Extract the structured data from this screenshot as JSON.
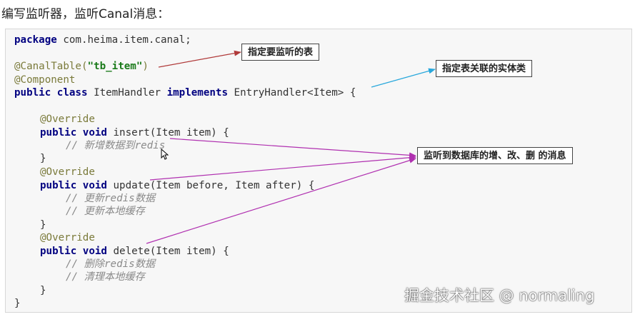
{
  "heading": "编写监听器，监听Canal消息：",
  "code": {
    "package_kw": "package",
    "package_rest": " com.heima.item.canal;",
    "ann_table_prefix": "@CanalTable(",
    "ann_table_value": "\"tb_item\"",
    "ann_table_suffix": ")",
    "ann_component": "@Component",
    "class_public": "public",
    "class_kw": "class",
    "class_name": "ItemHandler",
    "implements_kw": "implements",
    "interface_rest": "EntryHandler<Item> {",
    "override": "@Override",
    "public_kw": "public",
    "void_kw": "void",
    "insert_sig": "insert(Item item) {",
    "comment_insert": "// 新增数据到redis",
    "close_brace": "}",
    "update_sig": "update(Item before, Item after) {",
    "comment_update_1": "// 更新redis数据",
    "comment_update_2": "// 更新本地缓存",
    "delete_sig": "delete(Item item) {",
    "comment_delete_1": "// 删除redis数据",
    "comment_delete_2": "// 清理本地缓存",
    "final_brace": "}"
  },
  "callouts": {
    "table": "指定要监听的表",
    "entity": "指定表关联的实体类",
    "events": "监听到数据库的增、改、删  的消息"
  },
  "colors": {
    "arrow_table": "#b03a3a",
    "arrow_entity": "#29a8dc",
    "arrow_events": "#b030b0"
  },
  "watermark": "掘金技术社区 @ normaling"
}
